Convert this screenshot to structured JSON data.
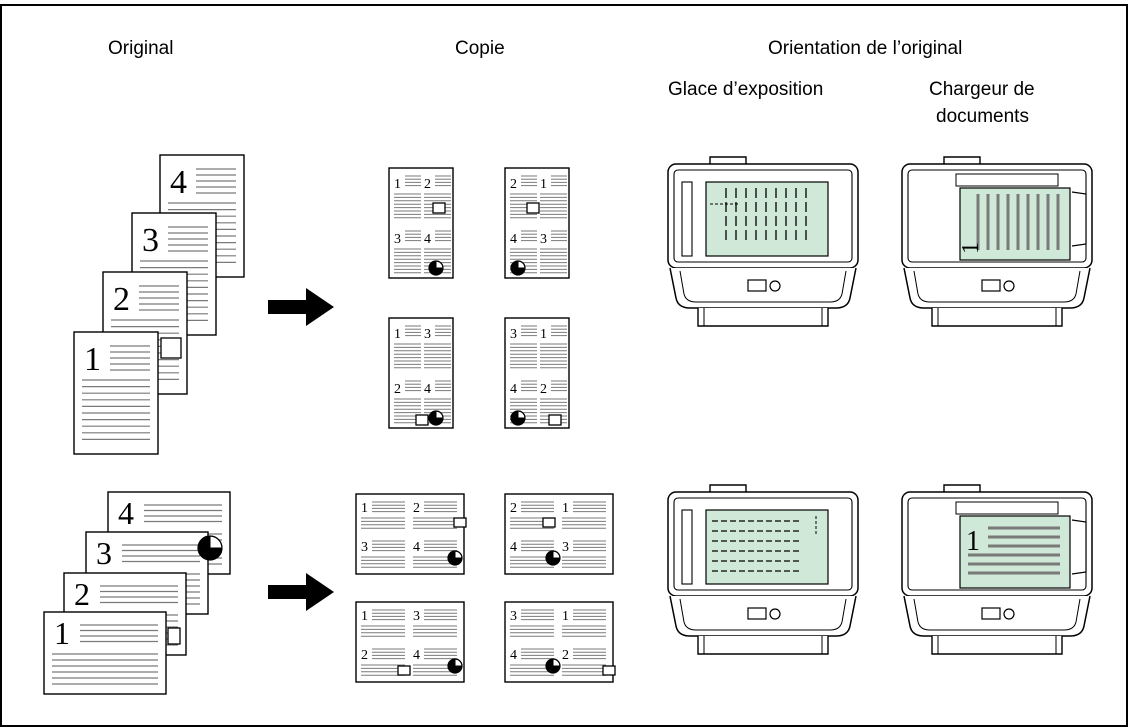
{
  "headers": {
    "original": "Original",
    "copie": "Copie",
    "orientation": "Orientation de l’original",
    "glace": "Glace d’exposition",
    "chargeur_line1": "Chargeur de",
    "chargeur_line2": "documents"
  },
  "page_numbers": [
    "1",
    "2",
    "3",
    "4"
  ],
  "colors": {
    "line": "#000000",
    "green_document": "#cfe8d7",
    "gray_lines": "#7a7a7a"
  },
  "icons": [
    "arrow-right-icon",
    "scanner-glass-icon",
    "scanner-feeder-icon",
    "pie-marker-icon",
    "square-marker-icon"
  ]
}
